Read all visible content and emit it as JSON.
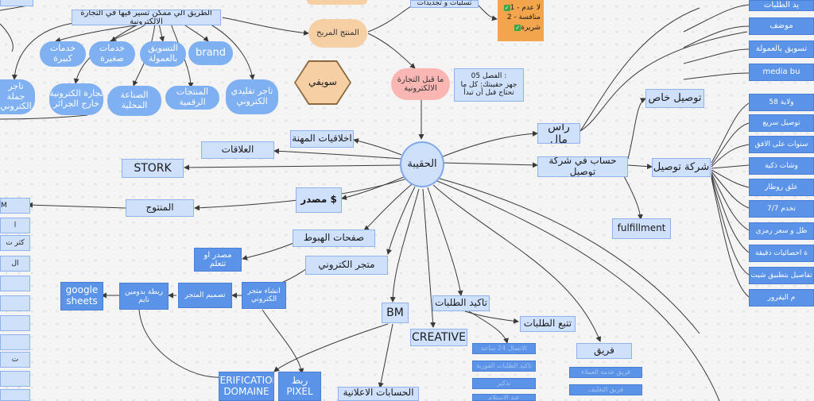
{
  "center": {
    "label": "الحقيبة"
  },
  "top": {
    "path": "الطريق الي ممكن تسير فيها في التجارة الالكترونية",
    "product": "المنتج المربح",
    "hex": "سويفي",
    "whatIs": "ما قبل التجارة الالكترونية",
    "chapter_title": "الفصل 05 :",
    "chapter_text": "جهز حقيبتك: كل ما تحتاج قبل أن تبدأ",
    "top_cut": "تسليات و تجديدات"
  },
  "sticky": {
    "items": [
      "1 - لا عدم",
      "2 - منافسة",
      "شريرة"
    ]
  },
  "branches": {
    "big_services": "خدمات كبيرة",
    "small_services": "خدمات صغيرة",
    "commission": "التسويق بالعمولة",
    "brand": "brand",
    "ecom_abroad": "تجارة الكترونية خارج الجزائر",
    "local_industry": "الصناعة المحلية",
    "digital_products": "المنتجات الرقمية",
    "traditional": "تاجر تقليدي الكتروني",
    "wholesale": "تاجر جملة الكتروني"
  },
  "left": {
    "ethics": "اخلاقيات المهنة",
    "relations": "العلاقات",
    "stork": "STORK",
    "source": "مصدر $",
    "product": "المنتوج"
  },
  "lower": {
    "landing": "صفحات الهبوط",
    "source_learn": "مصدر او تتعلم",
    "store": "متجر الكتروني",
    "create_store": "انشاء متجر الكتروني",
    "design_store": "تصميم المتجر",
    "link_domain": "ربطة بدومين نايم",
    "google_sheets": "google sheets",
    "bm": "BM",
    "verification": "VERIFICATION DOMAINE",
    "link_pixel": "ربط PIXEL",
    "ad_accounts": "الحسابات الاعلانية",
    "creative": "CREATIVE",
    "confirm": "تاكيد الطلبات",
    "track": "تتبع الطلبات",
    "team": "فريق"
  },
  "right": {
    "capital": "راس مال",
    "account": "حساب في شركة توصيل",
    "private_delivery": "توصيل خاص",
    "delivery_company": "شركة توصيل",
    "fulfillment": "fulfillment",
    "top_items": [
      "يد الطلبات",
      "موضف",
      "تسويق بالعمولة",
      "media bu"
    ],
    "delivery_items": [
      "58 ولاية",
      "توصيل سريع",
      "سنوات على الافق",
      "وشات ذكية",
      "علق روطار",
      "7/7 تخدم",
      "ظل و سعر رمزي",
      "ة احصائيات دقيقة",
      "تفاصيل بتطبيق شيت",
      "م اليقرور"
    ]
  },
  "left_edge": {
    "items": [
      "M",
      "ا",
      "كثر ت",
      "ال",
      "",
      "",
      "",
      "",
      "ت",
      "",
      ""
    ]
  },
  "blurred": {
    "confirm_items": [
      "الاتصال 24 ساعة",
      "تاكيد الطلبات الفورية",
      "تذكير",
      "عند الاستلام"
    ],
    "team_items": [
      "فريق خدمة العملاء",
      "فريق التغليف"
    ]
  },
  "colors": {
    "background": "#f4f4f4",
    "node_light": "#cfe0fb",
    "node_dark": "#5a93e8",
    "pill": "#7fb0f2",
    "line": "#3a3a3a",
    "orange_sticky": "#f3a54e",
    "peach": "#f6cfa5",
    "pink": "#f9b6b3"
  }
}
